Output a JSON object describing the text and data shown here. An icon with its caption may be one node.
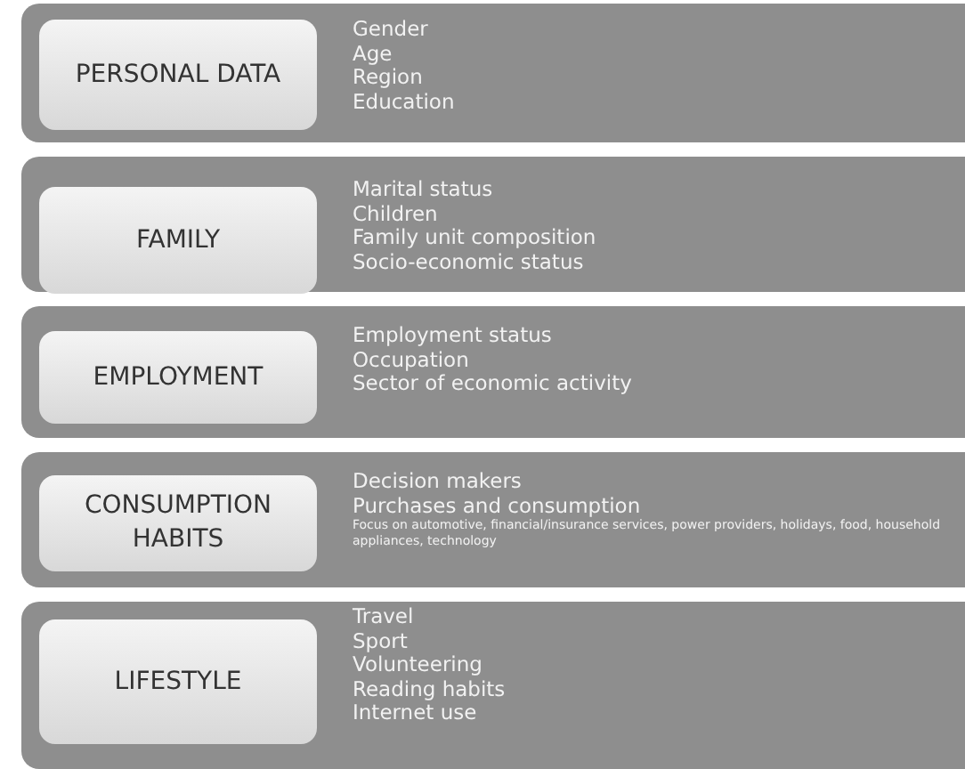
{
  "diagram": {
    "nodes": [
      {
        "text": [
          "Gender",
          "Age",
          "Region",
          "Education"
        ]
      },
      {
        "text": [
          "PERSONAL DATA"
        ],
        "in": 0
      },
      {
        "text": [
          "Marital status",
          "Children",
          "Family unit composition",
          "Socio-economic status"
        ]
      },
      {
        "text": [
          "FAMILY"
        ],
        "in": 2
      },
      {
        "text": [
          "Employment status",
          "Occupation",
          "Sector of economic activity"
        ]
      },
      {
        "text": [
          "EMPLOYMENT"
        ],
        "in": 4
      },
      {
        "text": [
          "Decision makers",
          "Purchases and consumption",
          "Focus on automotive, financial/insurance services, power providers, holidays, food, household appliances, technology"
        ]
      },
      {
        "text": [
          "CONSUMPTION HABITS"
        ],
        "in": 6
      },
      {
        "text": [
          "Travel",
          "Sport",
          "Volunteering",
          "Reading habits",
          "Internet use"
        ]
      },
      {
        "text": [
          "LIFESTYLE"
        ],
        "in": 8
      }
    ]
  }
}
